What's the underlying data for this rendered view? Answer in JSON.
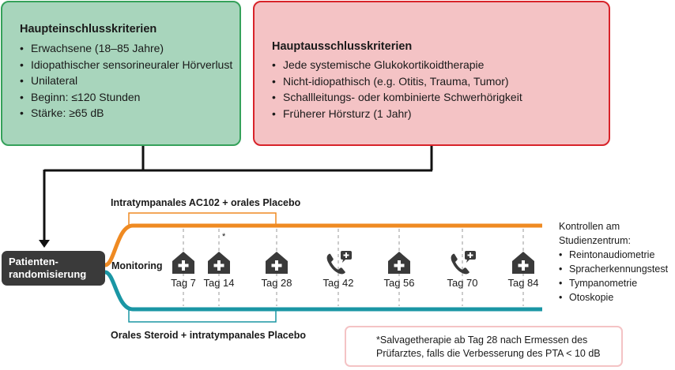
{
  "inclusion": {
    "title": "Haupteinschlusskriterien",
    "items": [
      "Erwachsene (18–85 Jahre)",
      "Idiopathischer sensorineuraler Hörverlust",
      "Unilateral",
      "Beginn: ≤120 Stunden",
      "Stärke: ≥65 dB"
    ]
  },
  "exclusion": {
    "title": "Hauptausschlusskriterien",
    "items": [
      "Jede systemische Glukokortikoidtherapie",
      "Nicht-idiopathisch (e.g. Otitis, Trauma, Tumor)",
      "Schallleitungs- oder kombinierte Schwerhörigkeit",
      "Früherer Hörsturz (1 Jahr)"
    ]
  },
  "randomization": {
    "line1": "Patienten-",
    "line2": "randomisierung"
  },
  "arms": {
    "top": "Intratympanales AC102 + orales Placebo",
    "bottom": "Orales Steroid + intratympanales Placebo"
  },
  "monitoring_label": "Monitoring",
  "asterisk": "*",
  "visits": [
    {
      "label": "Tag 7",
      "icon": "clinic-icon"
    },
    {
      "label": "Tag 14",
      "icon": "clinic-icon"
    },
    {
      "label": "Tag 28",
      "icon": "clinic-icon"
    },
    {
      "label": "Tag 42",
      "icon": "phone-call-icon"
    },
    {
      "label": "Tag 56",
      "icon": "clinic-icon"
    },
    {
      "label": "Tag 70",
      "icon": "phone-call-icon"
    },
    {
      "label": "Tag 84",
      "icon": "clinic-icon"
    }
  ],
  "controls": {
    "line1": "Kontrollen am",
    "line2": "Studienzentrum:",
    "items": [
      "Reintonaudiometrie",
      "Spracherkennungstest",
      "Tympanometrie",
      "Otoskopie"
    ]
  },
  "footnote": {
    "line1": "*Salvagetherapie ab Tag 28 nach Ermessen des",
    "line2": "Prüfarztes, falls die Verbesserung des PTA < 10 dB"
  },
  "colors": {
    "inclusion_fill": "#a8d5bc",
    "inclusion_border": "#35a15a",
    "exclusion_fill": "#f4c3c5",
    "exclusion_border": "#d8232a",
    "arm_top": "#ef8a22",
    "arm_bottom": "#1a96a4",
    "icon": "#3a3a3a"
  }
}
